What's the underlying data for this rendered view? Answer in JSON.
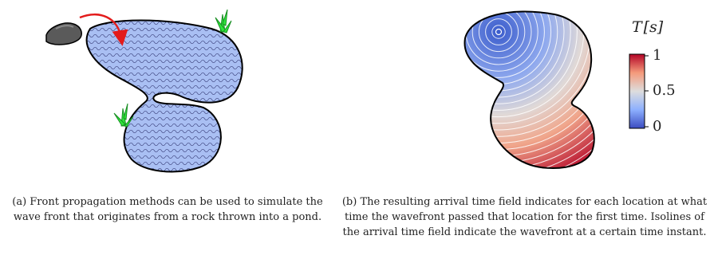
{
  "panel_a": {
    "caption": "(a) Front propagation methods can be used to simulate the wave front that originates from a rock thrown into a pond.",
    "colors": {
      "water": "#a9bff3",
      "outline": "#000000",
      "arrow": "#e31b1b",
      "grass": "#2ee63a",
      "rock": "#555555"
    },
    "icons": [
      "rock-icon",
      "arrow-icon",
      "grass-icon"
    ]
  },
  "panel_b": {
    "caption": "(b) The resulting arrival time field indicates for each location at what time the wavefront passed that location for the first time. Isolines of the arrival time field indicate the wavefront at a certain time instant.",
    "legend": {
      "symbol": "T",
      "unit": "[s]",
      "ticks": [
        "1",
        "0.5",
        "0"
      ]
    },
    "colors": {
      "low": "#3b4cc0",
      "mid": "#dddddd",
      "high": "#b40426",
      "isoline": "#ffffff"
    }
  }
}
